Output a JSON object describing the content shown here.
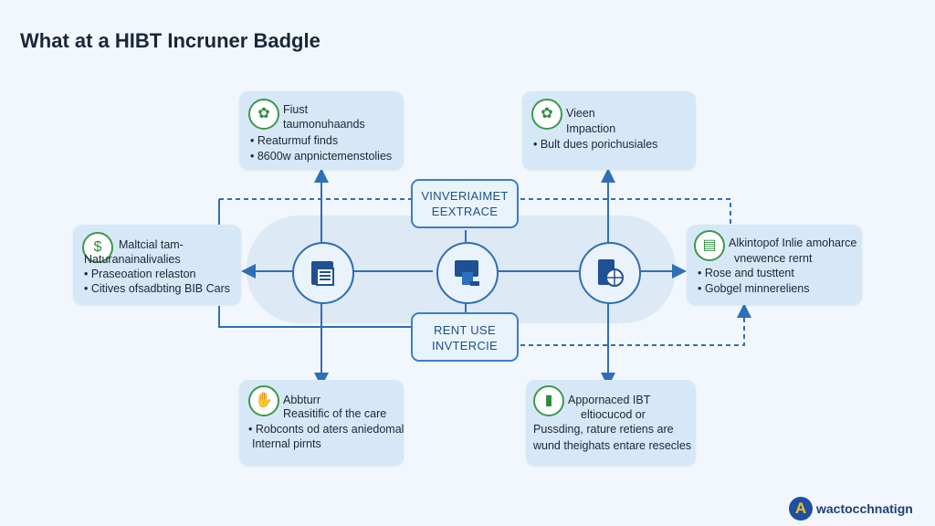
{
  "title": "What at a HIBT Incruner Badgle",
  "center": {
    "top_label": [
      "VINVERIAIMET",
      "EEXTRACE"
    ],
    "bottom_label": [
      "RENT USE",
      "INVTERCIE"
    ]
  },
  "boxes": {
    "top_left": {
      "icon": "leaf-icon",
      "lines": [
        "Fiust",
        "taumonuhaands",
        "• Reaturmuf finds",
        "• 8600w anpnictemenstolies"
      ]
    },
    "top_right": {
      "icon": "leaf-icon",
      "lines": [
        "Vieen",
        "Impaction",
        "• Bult dues porichusiales"
      ]
    },
    "left": {
      "icon": "dollar-leaf-icon",
      "lines": [
        "Maltcial tam-",
        "Naturanainalivalies",
        "• Praseoation relaston",
        "• Citives ofsadbting BIB Cars"
      ]
    },
    "right": {
      "icon": "screen-icon",
      "lines": [
        "Alkintopof Inlie amoharce",
        "vnewence rernt",
        "• Rose and tusttent",
        "• Gobgel minnereliens"
      ]
    },
    "bottom_left": {
      "icon": "hands-icon",
      "lines": [
        "Abbturr",
        "Reasitific of the care",
        "• Robconts od aters aniedomal",
        "Internal pirnts"
      ]
    },
    "bottom_right": {
      "icon": "battery-icon",
      "lines": [
        "Appornaced IBT",
        "eltiocucod or",
        "Pussding, rature retiens are",
        "wund theighats entare resecles"
      ]
    }
  },
  "brand": {
    "logo": "A",
    "name": "wactocchnatign"
  },
  "colors": {
    "wire": "#2f6fb8",
    "box": "#d6e8f7",
    "icon_green": "#3b9a4b",
    "title": "#1b2738"
  }
}
